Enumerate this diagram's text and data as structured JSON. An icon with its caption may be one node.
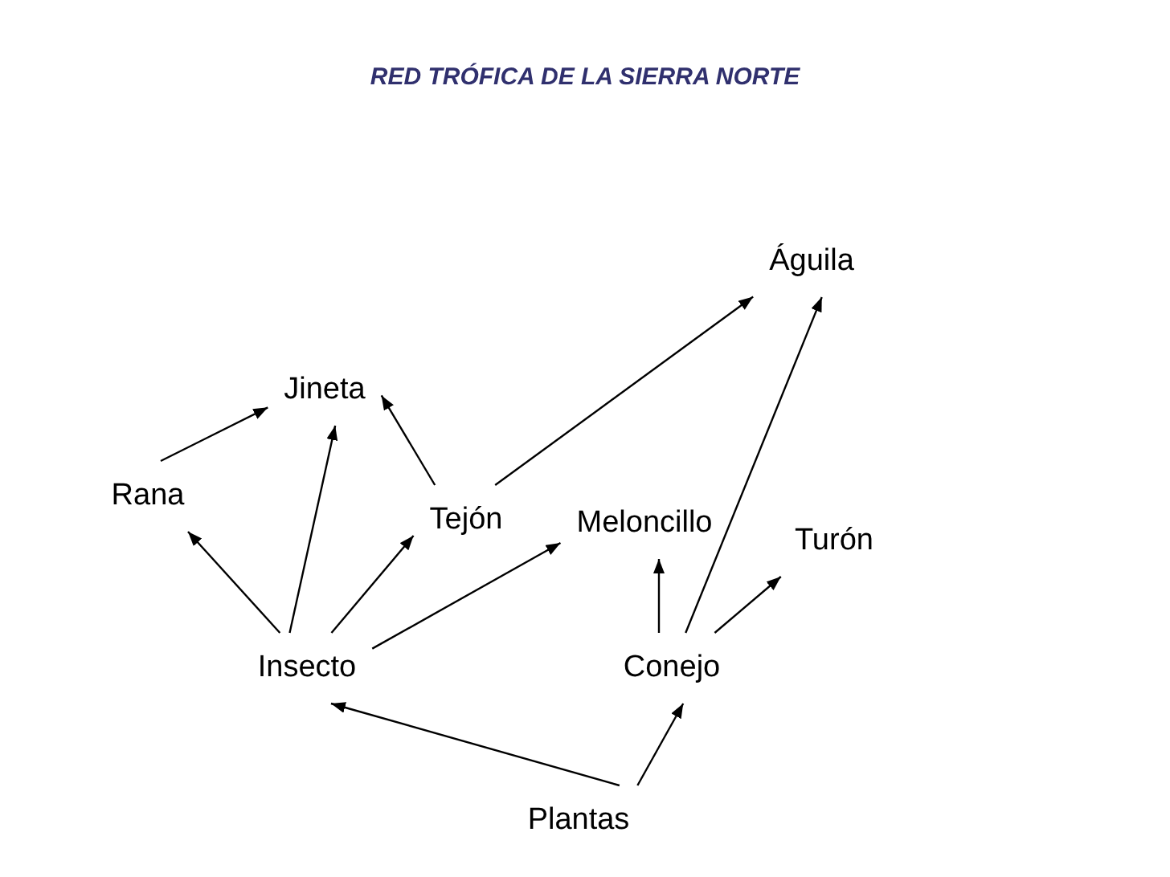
{
  "diagram": {
    "title": "RED TRÓFICA DE LA SIERRA NORTE",
    "nodes": [
      {
        "text": [
          "Águila"
        ]
      },
      {
        "text": [
          "Jineta"
        ]
      },
      {
        "text": [
          "Rana"
        ]
      },
      {
        "text": [
          "Tejón"
        ]
      },
      {
        "text": [
          "Meloncillo"
        ]
      },
      {
        "text": [
          "Turón"
        ]
      },
      {
        "text": [
          "Insecto"
        ]
      },
      {
        "text": [
          "Conejo"
        ]
      },
      {
        "text": [
          "Plantas"
        ]
      }
    ],
    "edges": [
      {
        "from": 2,
        "to": 1,
        "arrow": "to"
      },
      {
        "from": 3,
        "to": 1,
        "arrow": "to"
      },
      {
        "from": 3,
        "to": 0,
        "arrow": "to"
      },
      {
        "from": 6,
        "to": 2,
        "arrow": "to"
      },
      {
        "from": 6,
        "to": 1,
        "arrow": "to"
      },
      {
        "from": 6,
        "to": 3,
        "arrow": "to"
      },
      {
        "from": 6,
        "to": 4,
        "arrow": "to"
      },
      {
        "from": 7,
        "to": 4,
        "arrow": "to"
      },
      {
        "from": 7,
        "to": 0,
        "arrow": "to"
      },
      {
        "from": 7,
        "to": 5,
        "arrow": "to"
      },
      {
        "from": 8,
        "to": 6,
        "arrow": "to"
      },
      {
        "from": 8,
        "to": 7,
        "arrow": "to"
      }
    ]
  }
}
